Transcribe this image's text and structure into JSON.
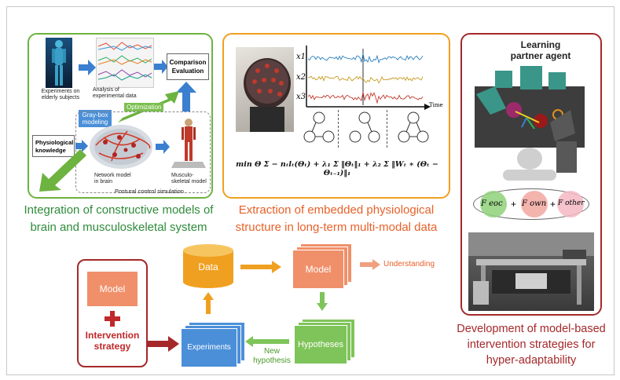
{
  "panels": {
    "left": {
      "caption_line1": "Integration of constructive models of",
      "caption_line2": "brain and musculoskeletal system",
      "experiments_label": "Experiments on elderly subjects",
      "analysis_label": "Analysis of experimental data",
      "comparison_line1": "Comparison",
      "comparison_line2": "Evaluation",
      "optimization_label": "Optimization",
      "graybox_label": "Gray-box modeling",
      "physio_line1": "Physiological",
      "physio_line2": "knowledge",
      "network_label": "Network model in brain",
      "musculo_label": "Musculo-skeletal model",
      "postural_label": "Postural control simulation"
    },
    "middle": {
      "caption_line1": "Extraction of embedded physiological",
      "caption_line2": "structure in long-term multi-modal data",
      "x1": "x1",
      "x2": "x2",
      "x3": "x3",
      "time_label": "Time",
      "formula": "min Θ Σ − nₜlₜ(Θₜ) + λ₁ Σ ‖Θₜ‖₁ + λ₂ Σ ‖Wₜ ∗ (Θₜ − Θₜ₋₁)‖₁"
    },
    "right": {
      "title_line1": "Learning",
      "title_line2": "partner agent",
      "f_eoc": "F eoc",
      "f_own": "F own",
      "f_other": "F other",
      "caption_line1": "Development of model-based",
      "caption_line2": "intervention strategies for",
      "caption_line3": "hyper-adaptability"
    }
  },
  "cycle": {
    "model_box_label": "Model",
    "intervention_line1": "Intervention",
    "intervention_line2": "strategy",
    "data_label": "Data",
    "model_label": "Model",
    "understanding_label": "Understanding",
    "experiments_label": "Experiments",
    "hypotheses_label": "Hypotheses",
    "new_hypothesis_line1": "New",
    "new_hypothesis_line2": "hypothesis"
  },
  "colors": {
    "green": "#5aa832",
    "orange": "#f0a020",
    "darkred": "#a5282a",
    "salmon": "#f0906a",
    "blue": "#4b8fd8",
    "lightgreen": "#7fc45a"
  }
}
